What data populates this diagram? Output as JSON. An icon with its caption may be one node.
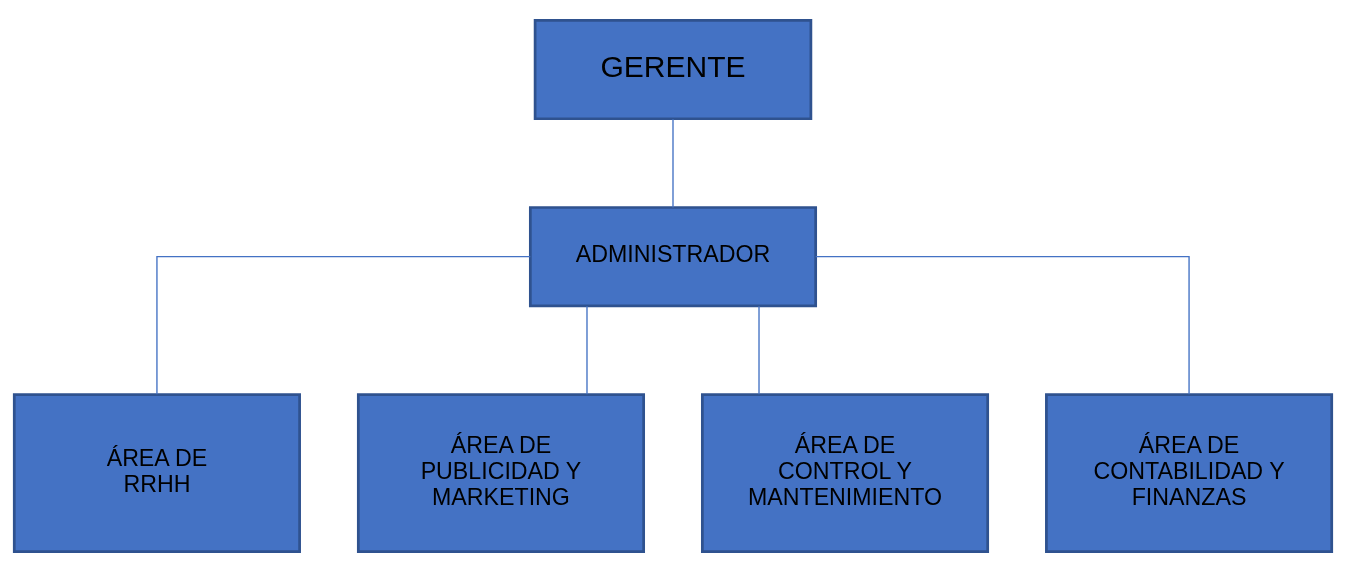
{
  "diagram": {
    "nodes": [
      {
        "text": [
          "GERENTE"
        ]
      },
      {
        "text": [
          "ADMINISTRADOR"
        ]
      },
      {
        "text": [
          "ÁREA DE RRHH"
        ]
      },
      {
        "text": [
          "ÁREA DE PUBLICIDAD Y MARKETING"
        ]
      },
      {
        "text": [
          "ÁREA DE CONTROL Y MANTENIMIENTO"
        ]
      },
      {
        "text": [
          "ÁREA DE CONTABILIDAD Y FINANZAS"
        ]
      }
    ],
    "edges": [
      {
        "from": 0,
        "to": 1,
        "arrow": "none"
      },
      {
        "from": 1,
        "to": 2,
        "arrow": "none"
      },
      {
        "from": 1,
        "to": 3,
        "arrow": "none"
      },
      {
        "from": 1,
        "to": 4,
        "arrow": "none"
      },
      {
        "from": 1,
        "to": 5,
        "arrow": "none"
      }
    ]
  }
}
